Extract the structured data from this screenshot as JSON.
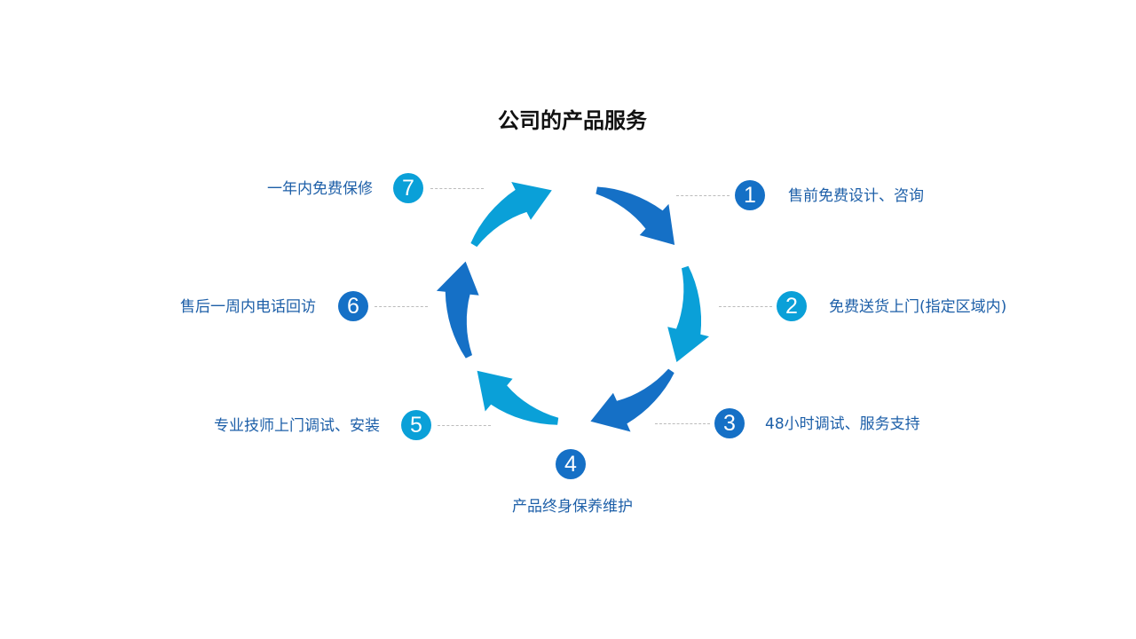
{
  "title": "公司的产品服务",
  "colors": {
    "dark": "#1570c6",
    "light": "#0aa0d8",
    "text": "#1d5fa8"
  },
  "steps": [
    {
      "number": "1",
      "label": "售前免费设计、咨询",
      "tone": "dark"
    },
    {
      "number": "2",
      "label": "免费送货上门(指定区域内)",
      "tone": "light"
    },
    {
      "number": "3",
      "label": "48小时调试、服务支持",
      "tone": "dark"
    },
    {
      "number": "4",
      "label": "产品终身保养维护",
      "tone": "dark"
    },
    {
      "number": "5",
      "label": "专业技师上门调试、安装",
      "tone": "light"
    },
    {
      "number": "6",
      "label": "售后一周内电话回访",
      "tone": "dark"
    },
    {
      "number": "7",
      "label": "一年内免费保修",
      "tone": "light"
    }
  ],
  "cycle_arrows": [
    "light",
    "dark",
    "light",
    "dark",
    "light",
    "dark"
  ]
}
